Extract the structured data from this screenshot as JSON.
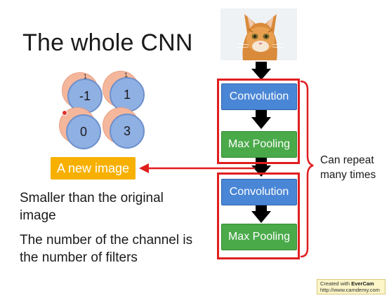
{
  "title": "The whole CNN",
  "feature_map": {
    "values": [
      "-1",
      "1",
      "0",
      "3"
    ],
    "back_partial_labels": [
      "1",
      "1"
    ]
  },
  "new_image_label": "A new image",
  "notes": [
    "Smaller than the original image",
    "The number of the channel is the number of filters"
  ],
  "pipeline": {
    "stage1": {
      "conv_label": "Convolution",
      "pool_label": "Max Pooling"
    },
    "stage2": {
      "conv_label": "Convolution",
      "pool_label": "Max Pooling"
    }
  },
  "repeat_label_line1": "Can repeat",
  "repeat_label_line2": "many times",
  "colors": {
    "convolution": "#4a86d6",
    "max_pooling": "#4aaa4a",
    "new_image": "#f7b000",
    "highlight": "#e01e1e",
    "back_circle": "#f4b79c",
    "front_circle": "#8fb0e3"
  },
  "watermark": {
    "line1_prefix": "Created with",
    "brand": "EverCam",
    "line2": "http://www.camdemy.com"
  }
}
